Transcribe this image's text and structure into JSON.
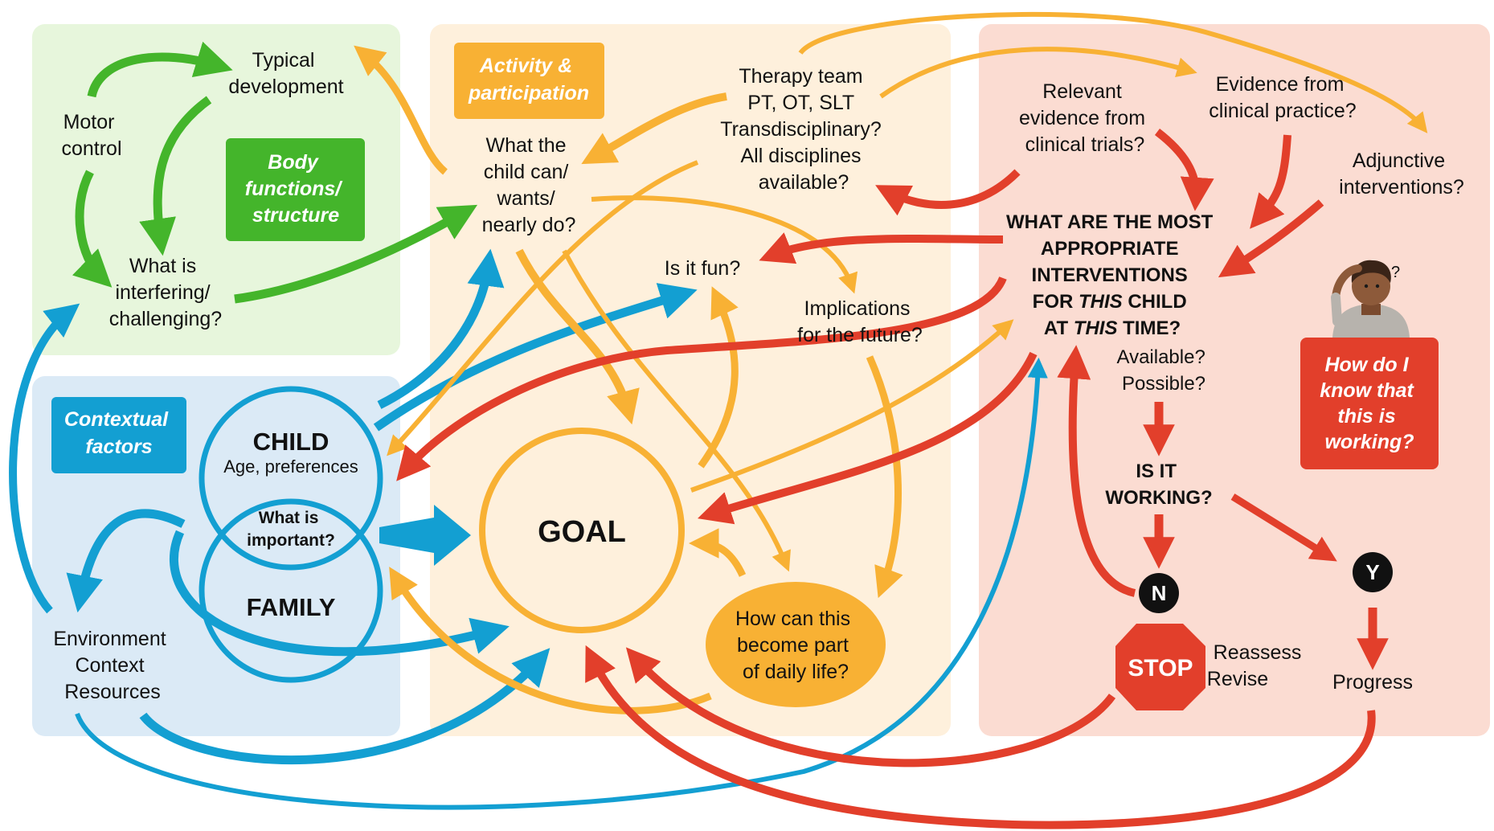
{
  "colors": {
    "body_bg": "#e7f6dc",
    "context_bg": "#dbeaf6",
    "activity_bg": "#fef0dc",
    "intervention_bg": "#fbdcd2",
    "green": "#44b52b",
    "blue": "#139fd2",
    "orange": "#f8b134",
    "red": "#e23f2b",
    "black": "#111111"
  },
  "badges": {
    "body": [
      "Body",
      "functions/",
      "structure"
    ],
    "context": [
      "Contextual",
      "factors"
    ],
    "activity": [
      "Activity &",
      "participation"
    ],
    "know": [
      "How do I",
      "know that",
      "this is",
      "working?"
    ]
  },
  "body_panel": {
    "typical": [
      "Typical",
      "development"
    ],
    "motor": [
      "Motor",
      "control"
    ],
    "interfering": [
      "What is",
      "interfering/",
      "challenging?"
    ]
  },
  "context_panel": {
    "child": "CHILD",
    "age": "Age, preferences",
    "important": [
      "What is",
      "important?"
    ],
    "family": "FAMILY",
    "environment": [
      "Environment",
      "Context",
      "Resources"
    ]
  },
  "activity_panel": {
    "what_child": [
      "What the",
      "child can/",
      "wants/",
      "nearly do?"
    ],
    "therapy": [
      "Therapy team",
      "PT, OT, SLT",
      "Transdisciplinary?",
      "All disciplines",
      "available?"
    ],
    "fun": "Is it fun?",
    "implications": [
      "Implications",
      "for the future?"
    ],
    "goal": "GOAL",
    "daily": [
      "How can this",
      "become part",
      "of daily life?"
    ]
  },
  "intervention_panel": {
    "relevant": [
      "Relevant",
      "evidence from",
      "clinical trials?"
    ],
    "evidence_practice": [
      "Evidence from",
      "clinical practice?"
    ],
    "adjunctive": [
      "Adjunctive",
      "interventions?"
    ],
    "main_question": [
      {
        "pre": "WHAT ARE THE MOST",
        "em": "",
        "post": ""
      },
      {
        "pre": "APPROPRIATE",
        "em": "",
        "post": ""
      },
      {
        "pre": "INTERVENTIONS",
        "em": "",
        "post": ""
      },
      {
        "pre": "FOR ",
        "em": "THIS",
        "post": " CHILD"
      },
      {
        "pre": "AT ",
        "em": "THIS",
        "post": " TIME?"
      }
    ],
    "available": [
      "Available?",
      "Possible?"
    ],
    "is_working": [
      "IS IT",
      "WORKING?"
    ],
    "no": "N",
    "yes": "Y",
    "stop": "STOP",
    "reassess": [
      "Reassess",
      "Revise"
    ],
    "progress": "Progress"
  }
}
